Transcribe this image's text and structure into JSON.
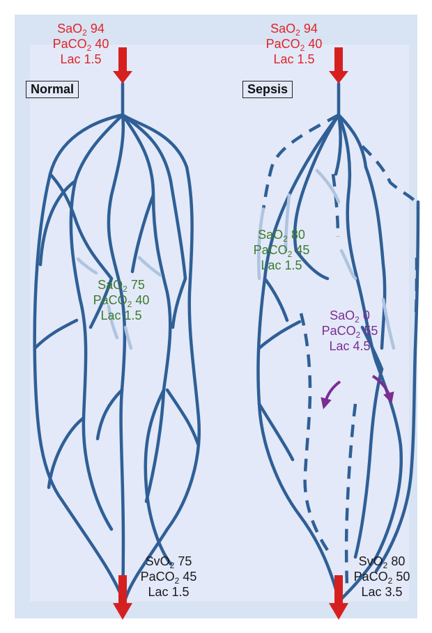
{
  "panels": {
    "normal": {
      "title": "Normal",
      "inflow": {
        "sat_label": "SaO",
        "sat_value": "94",
        "co2_label": "PaCO",
        "co2_value": "40",
        "lac": "Lac 1.5"
      },
      "capillary": {
        "sat_label": "SaO",
        "sat_value": "75",
        "co2_label": "PaCO",
        "co2_value": "40",
        "lac": "Lac 1.5"
      },
      "outflow": {
        "sat_label": "SvO",
        "sat_value": "75",
        "co2_label": "PaCO",
        "co2_value": "45",
        "lac": "Lac 1.5"
      }
    },
    "sepsis": {
      "title": "Sepsis",
      "inflow": {
        "sat_label": "SaO",
        "sat_value": "94",
        "co2_label": "PaCO",
        "co2_value": "40",
        "lac": "Lac 1.5"
      },
      "capillary": {
        "sat_label": "SaO",
        "sat_value": "80",
        "co2_label": "PaCO",
        "co2_value": "45",
        "lac": "Lac 1.5"
      },
      "shunt": {
        "sat_label": "SaO",
        "sat_value": "0",
        "co2_label": "PaCO",
        "co2_value": "55",
        "lac": "Lac 4.5"
      },
      "outflow": {
        "sat_label": "SvO",
        "sat_value": "80",
        "co2_label": "PaCO",
        "co2_value": "50",
        "lac": "Lac 3.5"
      }
    }
  },
  "subscript": "2",
  "colors": {
    "vessel": "#2f5f96",
    "vessel_faded": "#aec4df",
    "arrow": "#d62020",
    "inflow_text": "#e02424",
    "tissue_text": "#3d7a2e",
    "shunt_text": "#7b2d91",
    "outflow_text": "#1a1a1a",
    "background": "#d8e3f3"
  }
}
